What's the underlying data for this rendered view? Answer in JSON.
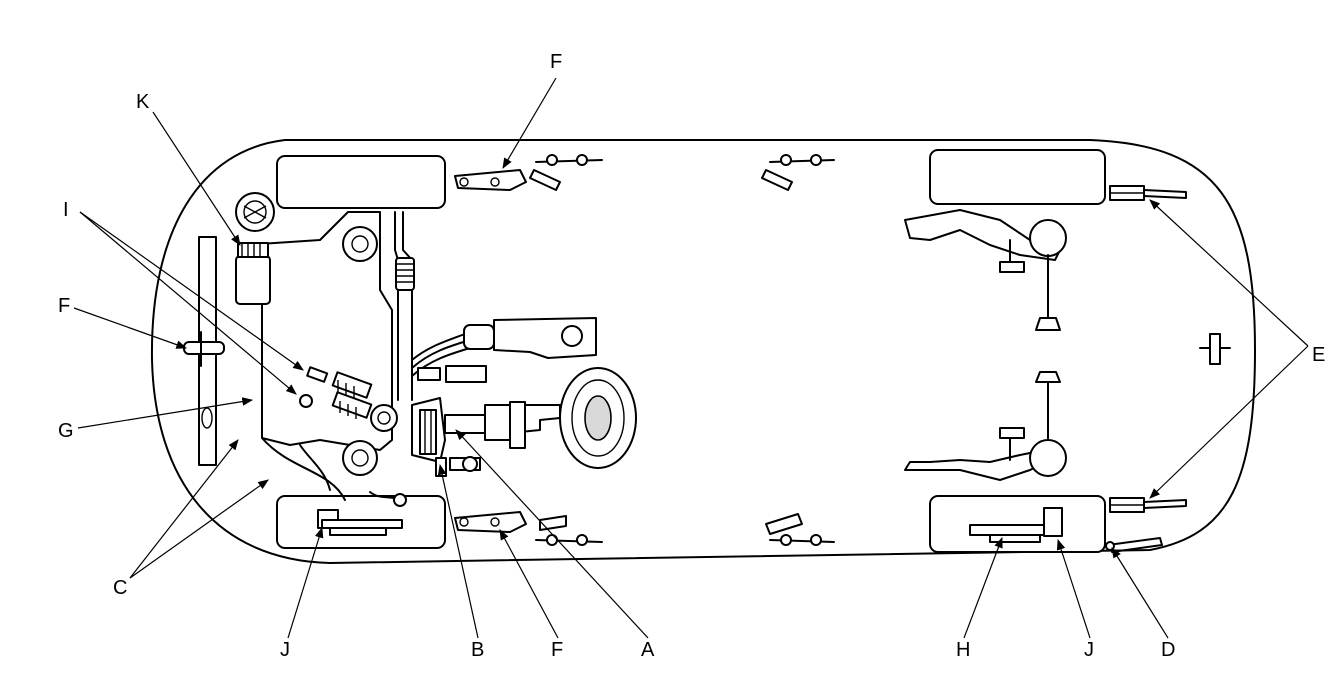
{
  "callouts": {
    "A": "A",
    "B": "B",
    "C": "C",
    "D": "D",
    "E": "E",
    "F_top": "F",
    "F_left": "F",
    "F_bottom": "F",
    "G": "G",
    "H": "H",
    "I": "I",
    "J_left": "J",
    "J_right": "J",
    "K": "K"
  }
}
